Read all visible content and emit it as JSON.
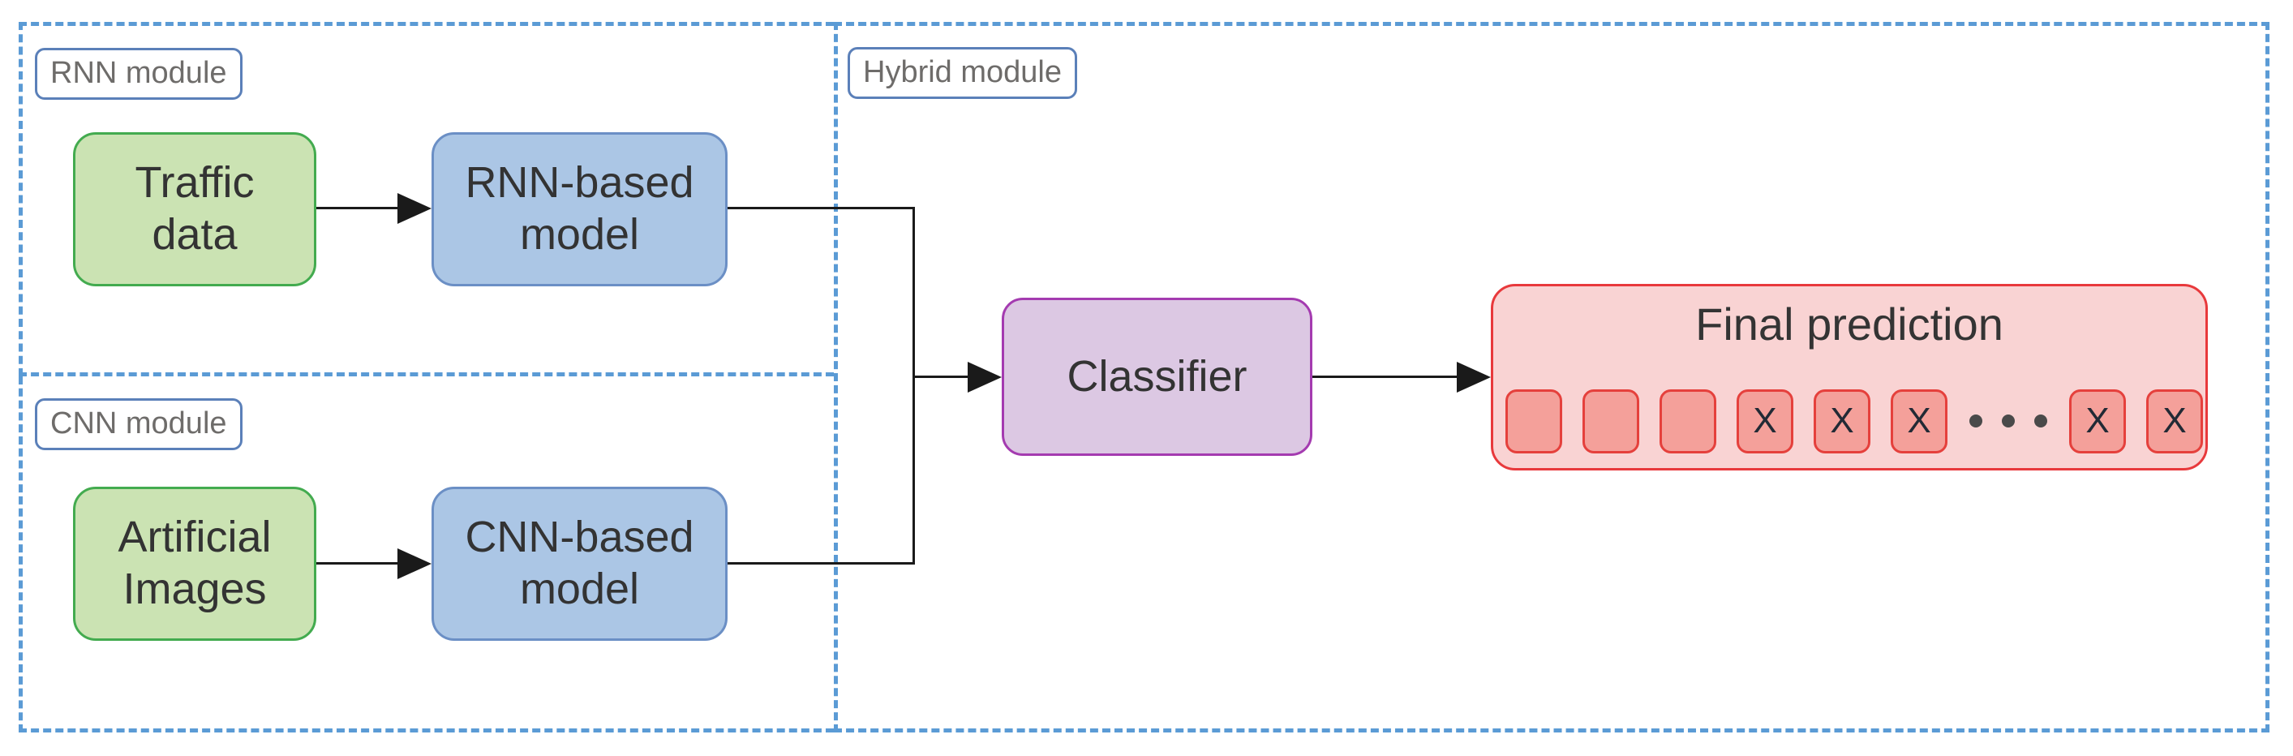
{
  "figure": {
    "modules": {
      "rnn": {
        "label": "RNN module"
      },
      "cnn": {
        "label": "CNN module"
      },
      "hybrid": {
        "label": "Hybrid module"
      }
    },
    "nodes": {
      "traffic_data": {
        "line1": "Traffic",
        "line2": "data"
      },
      "rnn_model": {
        "line1": "RNN-based",
        "line2": "model"
      },
      "artificial_images": {
        "line1": "Artificial",
        "line2": "Images"
      },
      "cnn_model": {
        "line1": "CNN-based",
        "line2": "model"
      },
      "classifier": {
        "label": "Classifier"
      },
      "final_prediction": {
        "title": "Final prediction"
      }
    },
    "prediction": {
      "cells": [
        "",
        "",
        "",
        "X",
        "X",
        "X",
        "X",
        "X"
      ],
      "ellipsis_dot_count": 3
    },
    "colors": {
      "module_dashed_border": "#5b9bd5",
      "module_label_border": "#5b80b9",
      "module_label_text": "#6e6c6a",
      "data_node_fill": "#cbe3b3",
      "data_node_border": "#43ab4f",
      "model_node_fill": "#abc6e5",
      "model_node_border": "#6b8fc5",
      "classifier_fill": "#dcc8e3",
      "classifier_border": "#a43bb0",
      "prediction_fill": "#f9d3d3",
      "prediction_border": "#e8393c",
      "prediction_cell_fill": "#f4a09a",
      "prediction_cell_border": "#e5403c",
      "connector": "#1a1a1a",
      "node_text": "#333333"
    }
  }
}
